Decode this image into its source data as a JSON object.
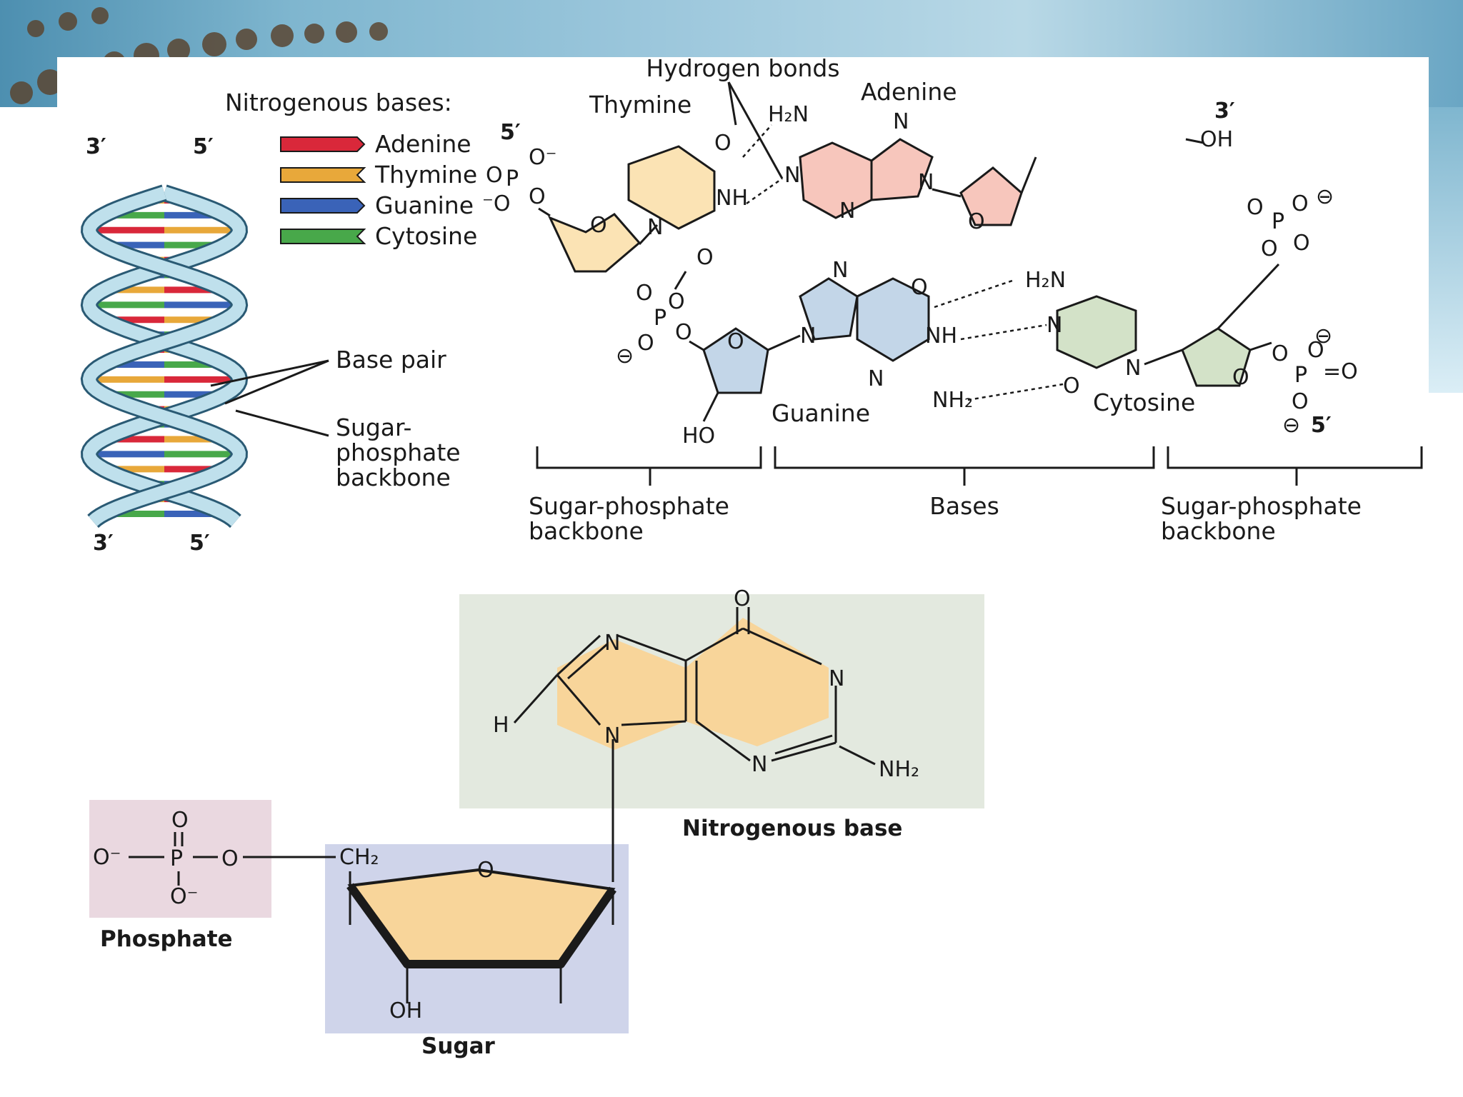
{
  "legend": {
    "heading": "Nitrogenous bases:",
    "items": [
      {
        "label": "Adenine",
        "color": "#d9283a"
      },
      {
        "label": "Thymine",
        "color": "#e8a83a"
      },
      {
        "label": "Guanine",
        "color": "#3a63b8"
      },
      {
        "label": "Cytosine",
        "color": "#48a84a"
      }
    ]
  },
  "helix": {
    "top_left_end": "3′",
    "top_right_end": "5′",
    "bottom_left_end": "3′",
    "bottom_right_end": "5′",
    "base_pair_label": "Base pair",
    "backbone_label_lines": [
      "Sugar-",
      "phosphate",
      "backbone"
    ]
  },
  "structure": {
    "hydrogen_bonds_label": "Hydrogen bonds",
    "thymine": "Thymine",
    "adenine": "Adenine",
    "guanine": "Guanine",
    "cytosine": "Cytosine",
    "five_prime_top": "5′",
    "three_prime_top": "3′",
    "five_prime_bottom": "5′",
    "bracket_left_lines": [
      "Sugar-phosphate",
      "backbone"
    ],
    "bracket_middle": "Bases",
    "bracket_right_lines": [
      "Sugar-phosphate",
      "backbone"
    ],
    "colors": {
      "thymine": "#fbe3b4",
      "adenine": "#f7c6bc",
      "guanine": "#c3d6e8",
      "cytosine": "#d3e2c8"
    }
  },
  "nucleotide": {
    "base_label": "Nitrogenous base",
    "phosphate_label": "Phosphate",
    "sugar_label": "Sugar",
    "colors": {
      "base_bg": "#e3e9df",
      "phosphate_bg": "#ead8e0",
      "sugar_bg": "#cfd4ea",
      "ring_fill": "#f8d59a"
    }
  }
}
